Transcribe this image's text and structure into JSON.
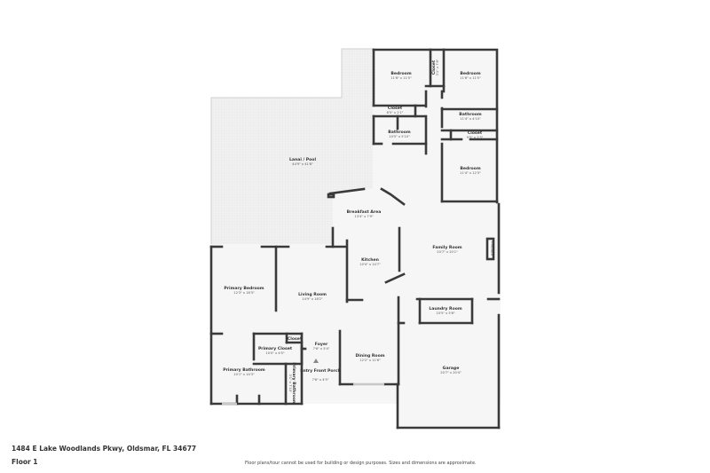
{
  "address": "1484 E Lake Woodlands Pkwy, Oldsmar, FL 34677",
  "floor": "Floor 1",
  "disclaimer": "Floor plans/tour cannot be used for building or design purposes. Sizes and dimensions are approximate.",
  "colors": {
    "wall": "#3a3a3a",
    "floor": "#f4f4f4",
    "lanai": "#ececec"
  },
  "rooms": [
    {
      "name": "Bedroom",
      "dims": "11'6\" x 11'5\""
    },
    {
      "name": "Closet",
      "dims": "3'1\" x 7'8\""
    },
    {
      "name": "Bedroom",
      "dims": "11'6\" x 11'5\""
    },
    {
      "name": "Closet",
      "dims": "8'5\" x 2'1\""
    },
    {
      "name": "Bathroom",
      "dims": "10'5\" x 5'10\""
    },
    {
      "name": "Bathroom",
      "dims": "11'4\" x 4'10\""
    },
    {
      "name": "Closet",
      "dims": "9'5\" x 2'5\""
    },
    {
      "name": "Bedroom",
      "dims": "11'4\" x 12'3\""
    },
    {
      "name": "Lanai / Pool",
      "dims": "44'9\" x 41'8\""
    },
    {
      "name": "Breakfast Area",
      "dims": "13'4\" x 7'9\""
    },
    {
      "name": "Kitchen",
      "dims": "10'4\" x 14'7\""
    },
    {
      "name": "Family Room",
      "dims": "20'7\" x 20'1\""
    },
    {
      "name": "Primary Bedroom",
      "dims": "12'3\" x 18'3\""
    },
    {
      "name": "Living Room",
      "dims": "14'9\" x 18'2\""
    },
    {
      "name": "Laundry Room",
      "dims": "10'5\" x 5'6\""
    },
    {
      "name": "Primary Closet",
      "dims": "10'0\" x 4'5\""
    },
    {
      "name": "Closet",
      "dims": ""
    },
    {
      "name": "Foyer",
      "dims": "7'6\" x 5'4\""
    },
    {
      "name": "Entry Front Porch",
      "dims": "7'6\" x 4'5\""
    },
    {
      "name": "Dining Room",
      "dims": "12'2\" x 11'6\""
    },
    {
      "name": "Primary Bathroom",
      "dims": "10'1\" x 14'3\""
    },
    {
      "name": "Primary Bathroom",
      "dims": "3'1\" x 7'10\""
    },
    {
      "name": "Garage",
      "dims": "20'7\" x 20'4\""
    },
    {
      "name": "Fireplace",
      "dims": ""
    }
  ]
}
